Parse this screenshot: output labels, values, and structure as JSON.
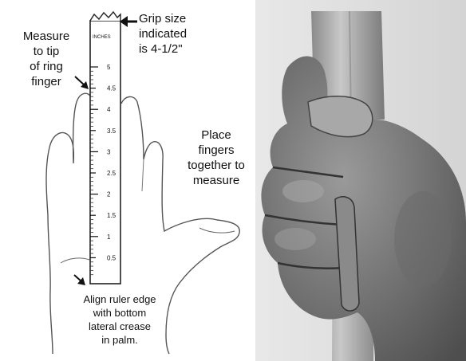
{
  "annotations": {
    "measure_tip": [
      "Measure",
      "to tip",
      "of ring",
      "finger"
    ],
    "grip_size": [
      "Grip size",
      "indicated",
      "is 4-1/2\""
    ],
    "place_fingers": [
      "Place",
      "fingers",
      "together to",
      "measure"
    ],
    "align_ruler": [
      "Align ruler edge",
      "with bottom",
      "lateral crease",
      "in palm."
    ]
  },
  "ruler": {
    "title": "INCHES",
    "ticks": [
      "5",
      "4.5",
      "4",
      "3.5",
      "3",
      "2.5",
      "2",
      "1.5",
      "1",
      "0.5"
    ]
  },
  "photo": {
    "icon": "hand-gripping-racquet-handle"
  }
}
